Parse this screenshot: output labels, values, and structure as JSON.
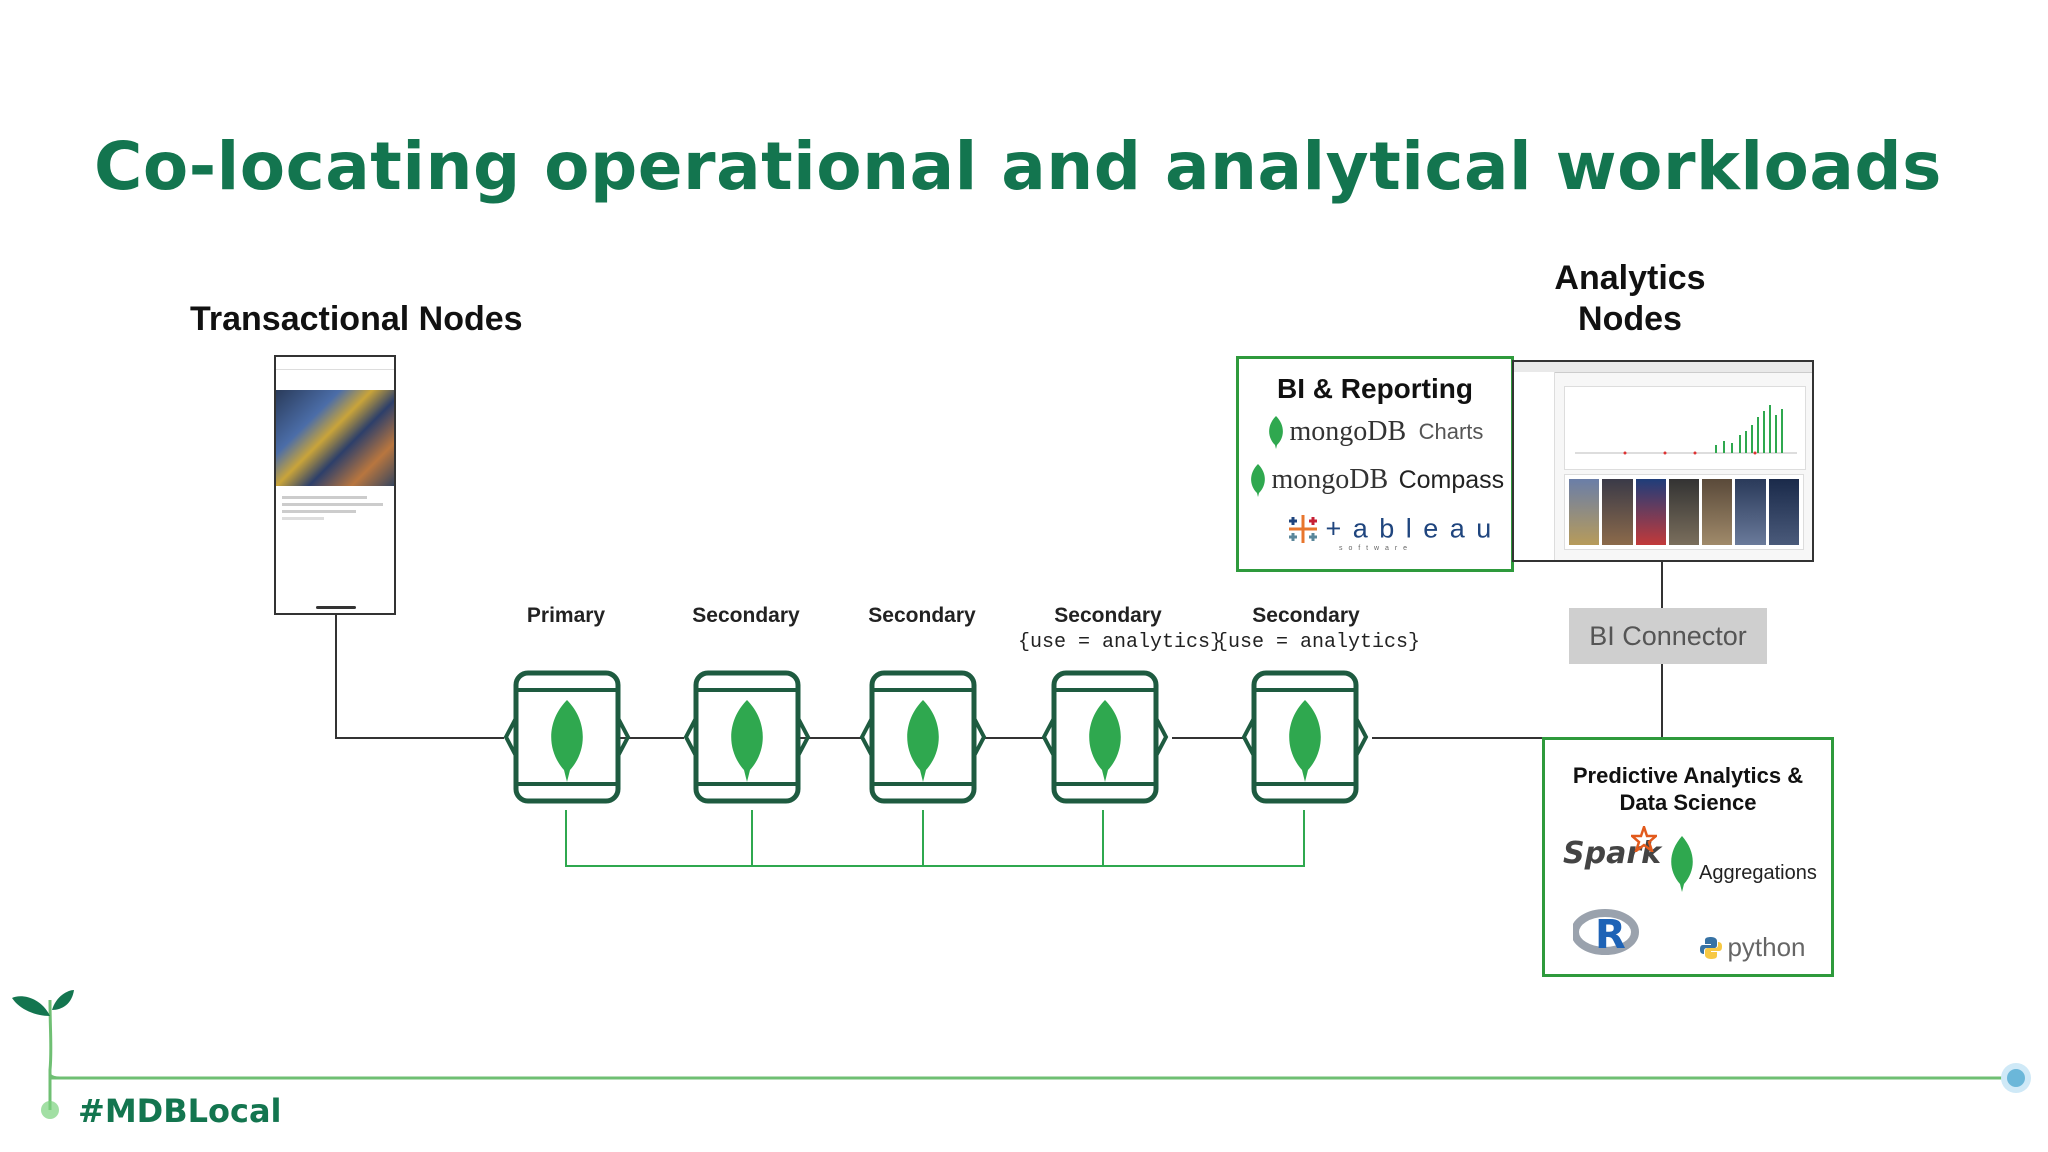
{
  "title": "Co-locating operational and analytical workloads",
  "transactional": {
    "heading": "Transactional Nodes"
  },
  "analytics": {
    "heading_line1": "Analytics",
    "heading_line2": "Nodes"
  },
  "nodes": [
    {
      "label": "Primary",
      "sub": ""
    },
    {
      "label": "Secondary",
      "sub": ""
    },
    {
      "label": "Secondary",
      "sub": ""
    },
    {
      "label": "Secondary",
      "sub": "{use = analytics}"
    },
    {
      "label": "Secondary",
      "sub": "{use = analytics}"
    }
  ],
  "bi": {
    "title": "BI & Reporting",
    "mongo_word": "mongoDB",
    "charts": "Charts",
    "compass": "Compass",
    "tableau": "+ a b l e a u",
    "tableau_sub": "s o f t w a r e"
  },
  "bi_connector": "BI Connector",
  "predictive": {
    "title_line1": "Predictive Analytics &",
    "title_line2": "Data Science",
    "spark": "Spark",
    "aggregations": "Aggregations",
    "r": "R",
    "python": "python"
  },
  "footer": {
    "hashtag": "#MDBLocal"
  },
  "colors": {
    "brand_green": "#13754f",
    "leaf_green": "#2fa84f",
    "box_green": "#2e9a3c",
    "node_dark": "#1e5b40"
  }
}
